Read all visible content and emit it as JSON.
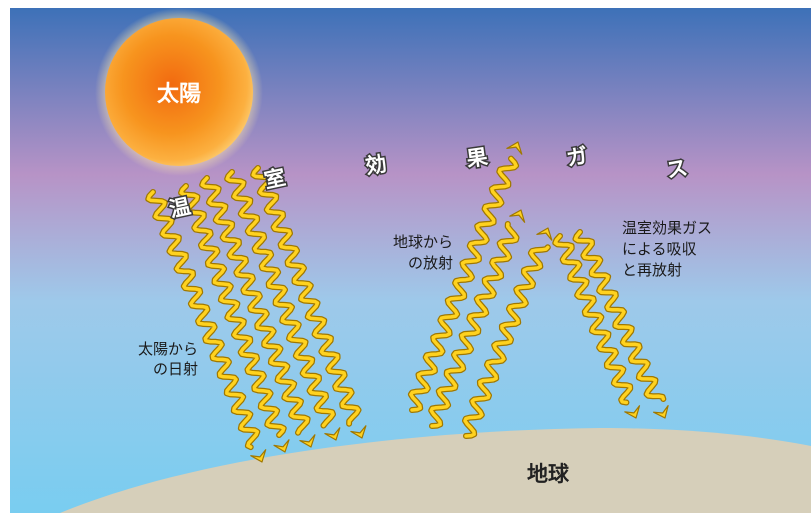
{
  "sun_label": "太陽",
  "earth_label": "地球",
  "gas_chars": [
    "温",
    "室",
    "効",
    "果",
    "ガ",
    "ス"
  ],
  "solar_label": [
    "太陽から",
    "の日射"
  ],
  "earth_emission_label": [
    "地球から",
    "の放射"
  ],
  "gas_absorb_label": [
    "温室効果ガス",
    "による吸収",
    "と再放射"
  ],
  "colors": {
    "sky_top": "#3d71b8",
    "sky_mid": "#b793c6",
    "sky_bottom": "#7fd0ee",
    "sun": "#f7941e",
    "earth": "#d6cfba",
    "wave_fill": "#ffd21f",
    "wave_edge": "#a07800"
  }
}
